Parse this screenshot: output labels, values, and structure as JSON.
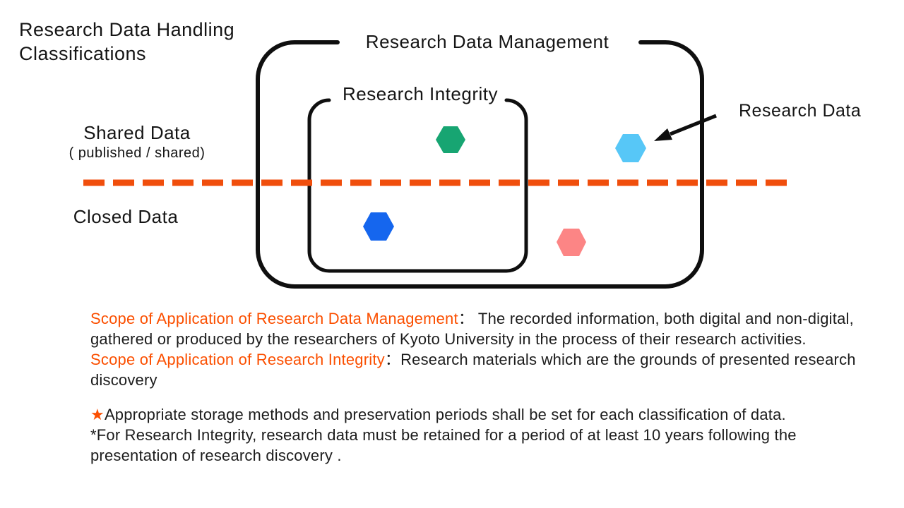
{
  "header": {
    "title_line1": "Research Data Handling",
    "title_line2": "Classifications"
  },
  "rows": {
    "shared": {
      "title": "Shared Data",
      "subtitle": "( published / shared)"
    },
    "closed": {
      "title": "Closed Data"
    }
  },
  "diagram": {
    "outer_box_label": "Research Data Management",
    "inner_box_label": "Research Integrity",
    "pointer_label": "Research Data",
    "colors": {
      "box_stroke": "#0f0f0f",
      "divider": "#f04e0c",
      "arrow": "#0f0f0f"
    },
    "hexagons": [
      {
        "name": "hexagon-shared-integrity",
        "color": "#17a572"
      },
      {
        "name": "hexagon-shared-outside",
        "color": "#57c7f7"
      },
      {
        "name": "hexagon-closed-integrity",
        "color": "#1566ee"
      },
      {
        "name": "hexagon-closed-outside",
        "color": "#fc8585"
      }
    ]
  },
  "scopes": [
    {
      "label": "Scope of Application of Research Data Management",
      "sep": "：",
      "text": " The recorded information, both digital and non-digital, gathered or produced by the researchers of Kyoto University in the process of their research activities."
    },
    {
      "label": "Scope of Application of Research Integrity",
      "sep": "：",
      "text": "Research materials which are the grounds of presented research discovery"
    }
  ],
  "notes": [
    {
      "star": "★",
      "text": "Appropriate storage methods and preservation periods shall be set for each classification of data."
    },
    {
      "text": "*For Research Integrity, research data must be retained for a period of at least 10 years following the presentation of research discovery ."
    }
  ]
}
